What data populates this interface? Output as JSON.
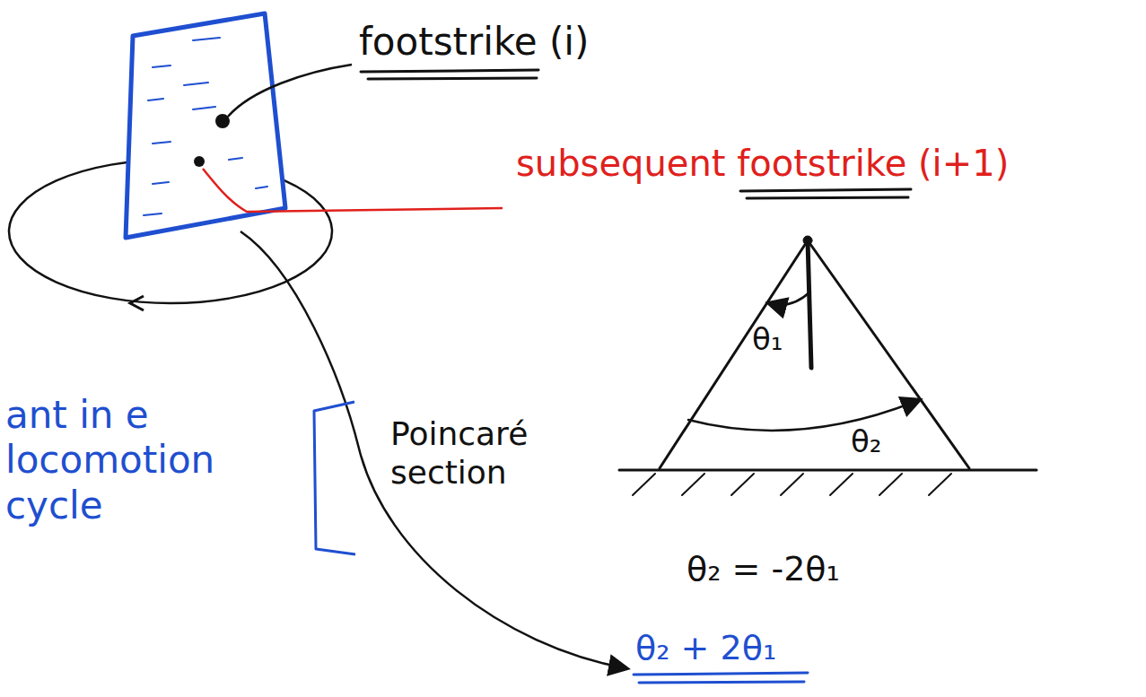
{
  "diagram": {
    "labels": [
      "footstrike (i)",
      "subsequent footstrike (i+1)",
      "Poincaré section",
      "θ₁",
      "θ₂",
      "θ₂ = -2θ₁",
      "θ₂ + 2θ₁",
      "ant in e locomotion cycle"
    ]
  }
}
